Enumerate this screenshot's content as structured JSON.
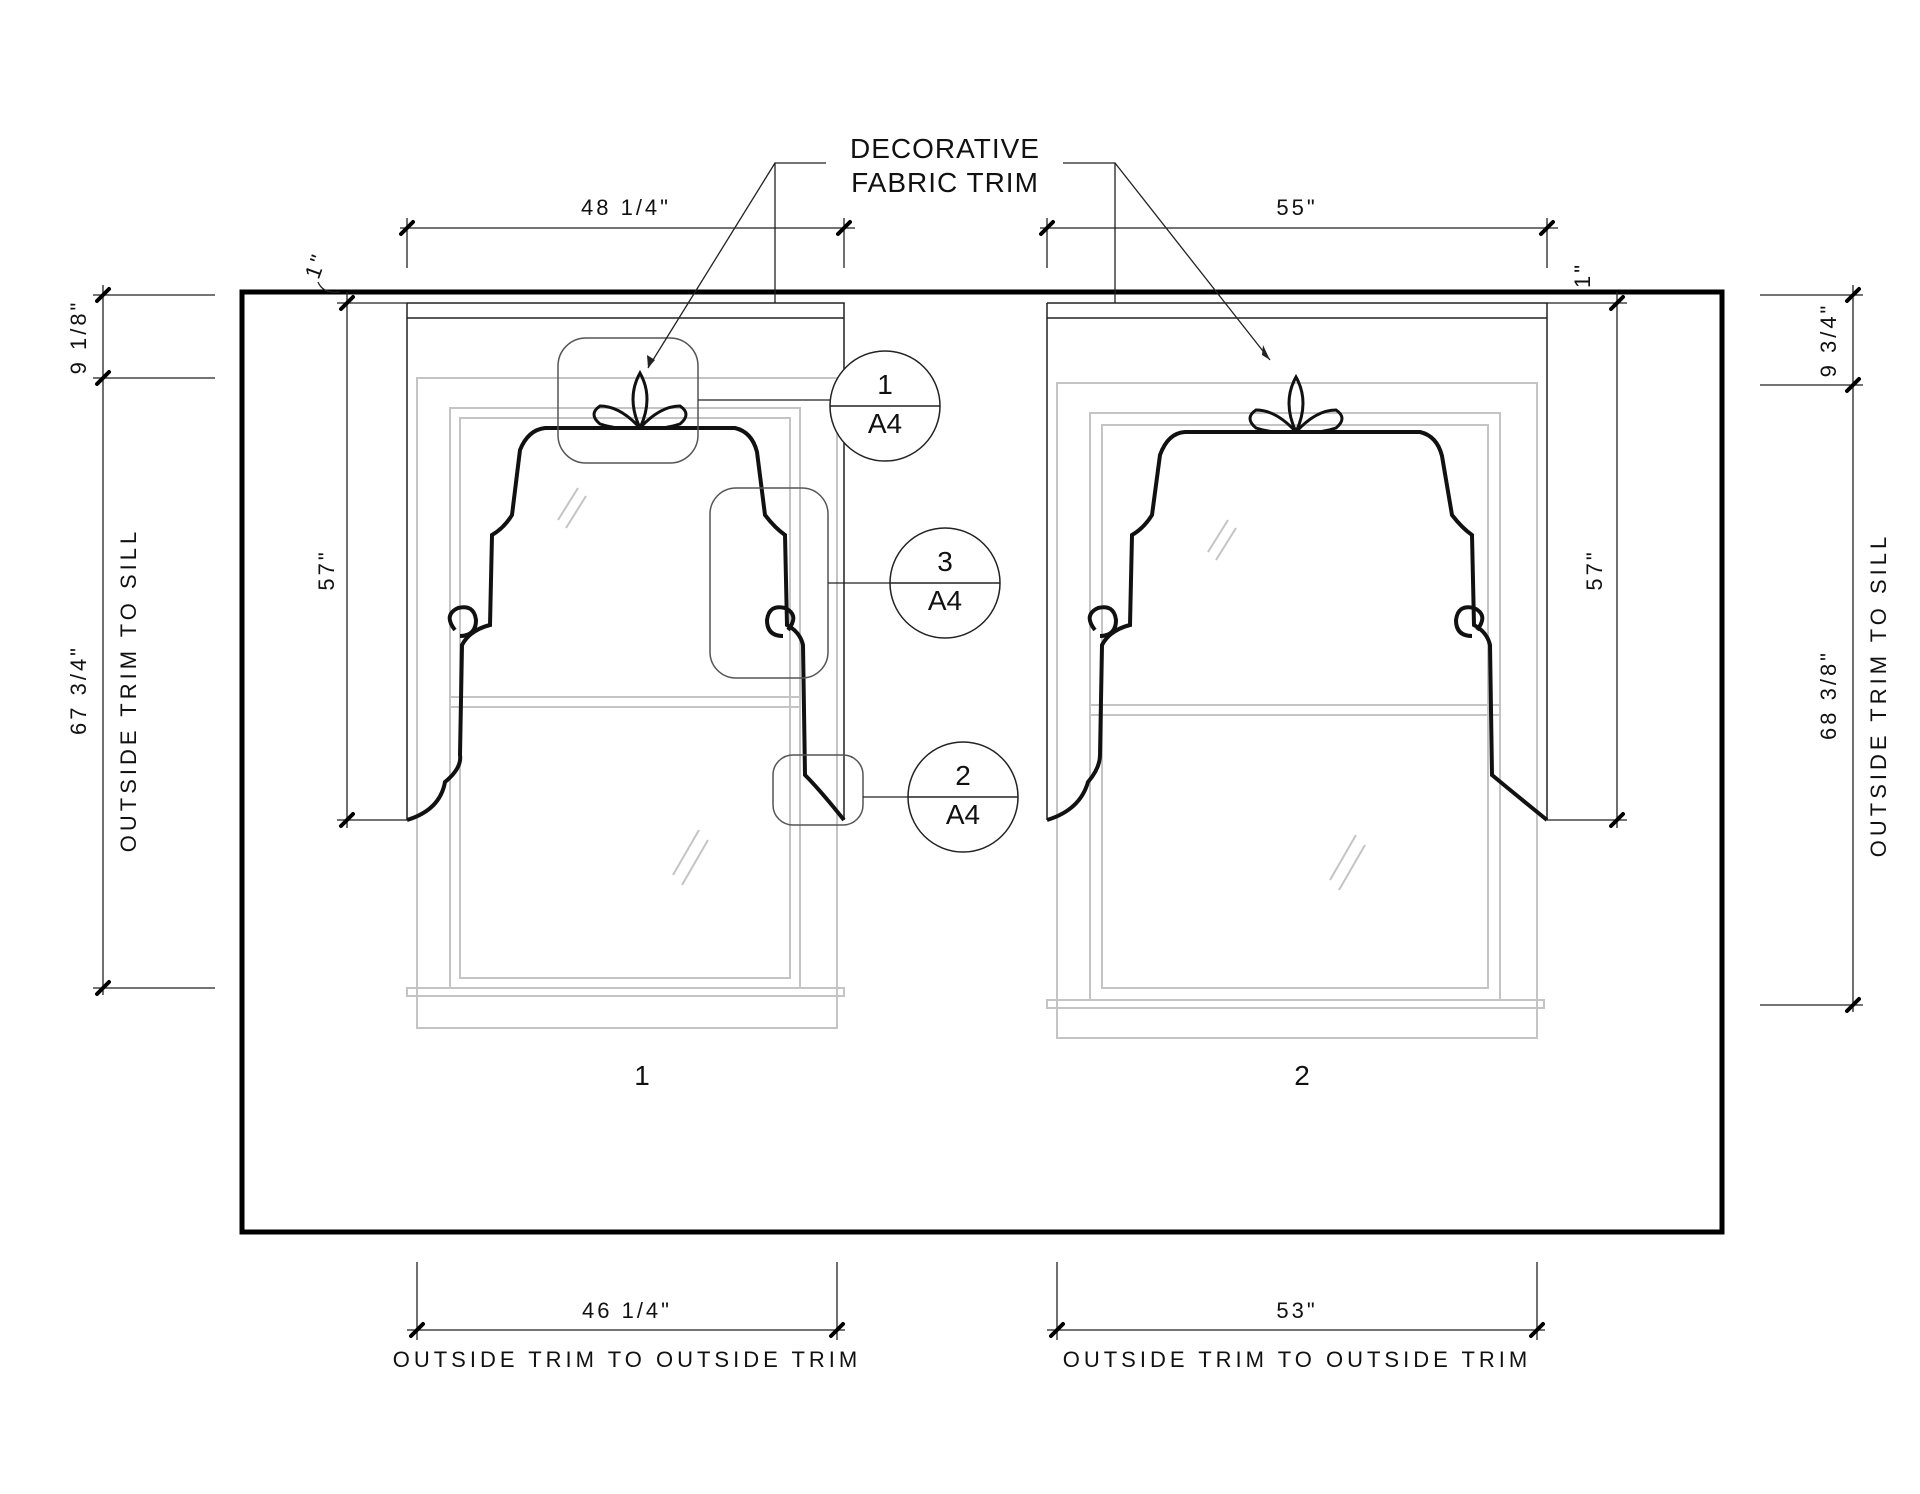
{
  "notes": {
    "trim_line1": "DECORATIVE",
    "trim_line2": "FABRIC TRIM"
  },
  "dimensions": {
    "w1_top": "48 1/4\"",
    "w2_top": "55\"",
    "w1_bottom": "46 1/4\"",
    "w2_bottom": "53\"",
    "w1_bottom_label": "OUTSIDE TRIM TO OUTSIDE TRIM",
    "w2_bottom_label": "OUTSIDE TRIM TO OUTSIDE TRIM",
    "left_top_gap": "1\"",
    "right_top_gap": "1\"",
    "left_upper": "9 1/8\"",
    "left_lower": "67 3/4\"",
    "left_lower_label": "OUTSIDE TRIM TO SILL",
    "left_valance_height": "57\"",
    "right_valance_height": "57\"",
    "right_upper": "9 3/4\"",
    "right_lower": "68 3/8\"",
    "right_lower_label": "OUTSIDE TRIM TO SILL"
  },
  "detail_callouts": [
    {
      "number": "1",
      "sheet": "A4"
    },
    {
      "number": "3",
      "sheet": "A4"
    },
    {
      "number": "2",
      "sheet": "A4"
    }
  ],
  "windows": [
    {
      "label": "1"
    },
    {
      "label": "2"
    }
  ]
}
